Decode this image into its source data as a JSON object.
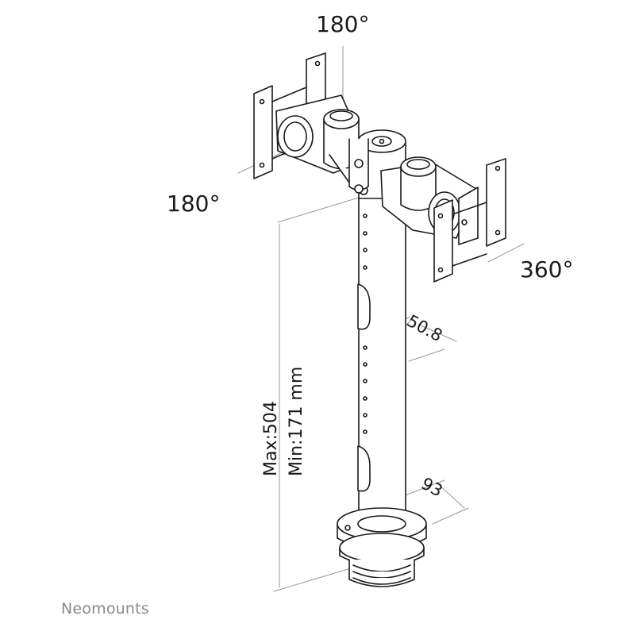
{
  "labels": {
    "rotation_top": "180°",
    "rotation_left": "180°",
    "rotation_right": "360°",
    "tube_diameter": "50.8",
    "base_diameter": "93",
    "height_max": "Max:504",
    "height_min": "Min:171 mm"
  },
  "brand": "Neomounts"
}
